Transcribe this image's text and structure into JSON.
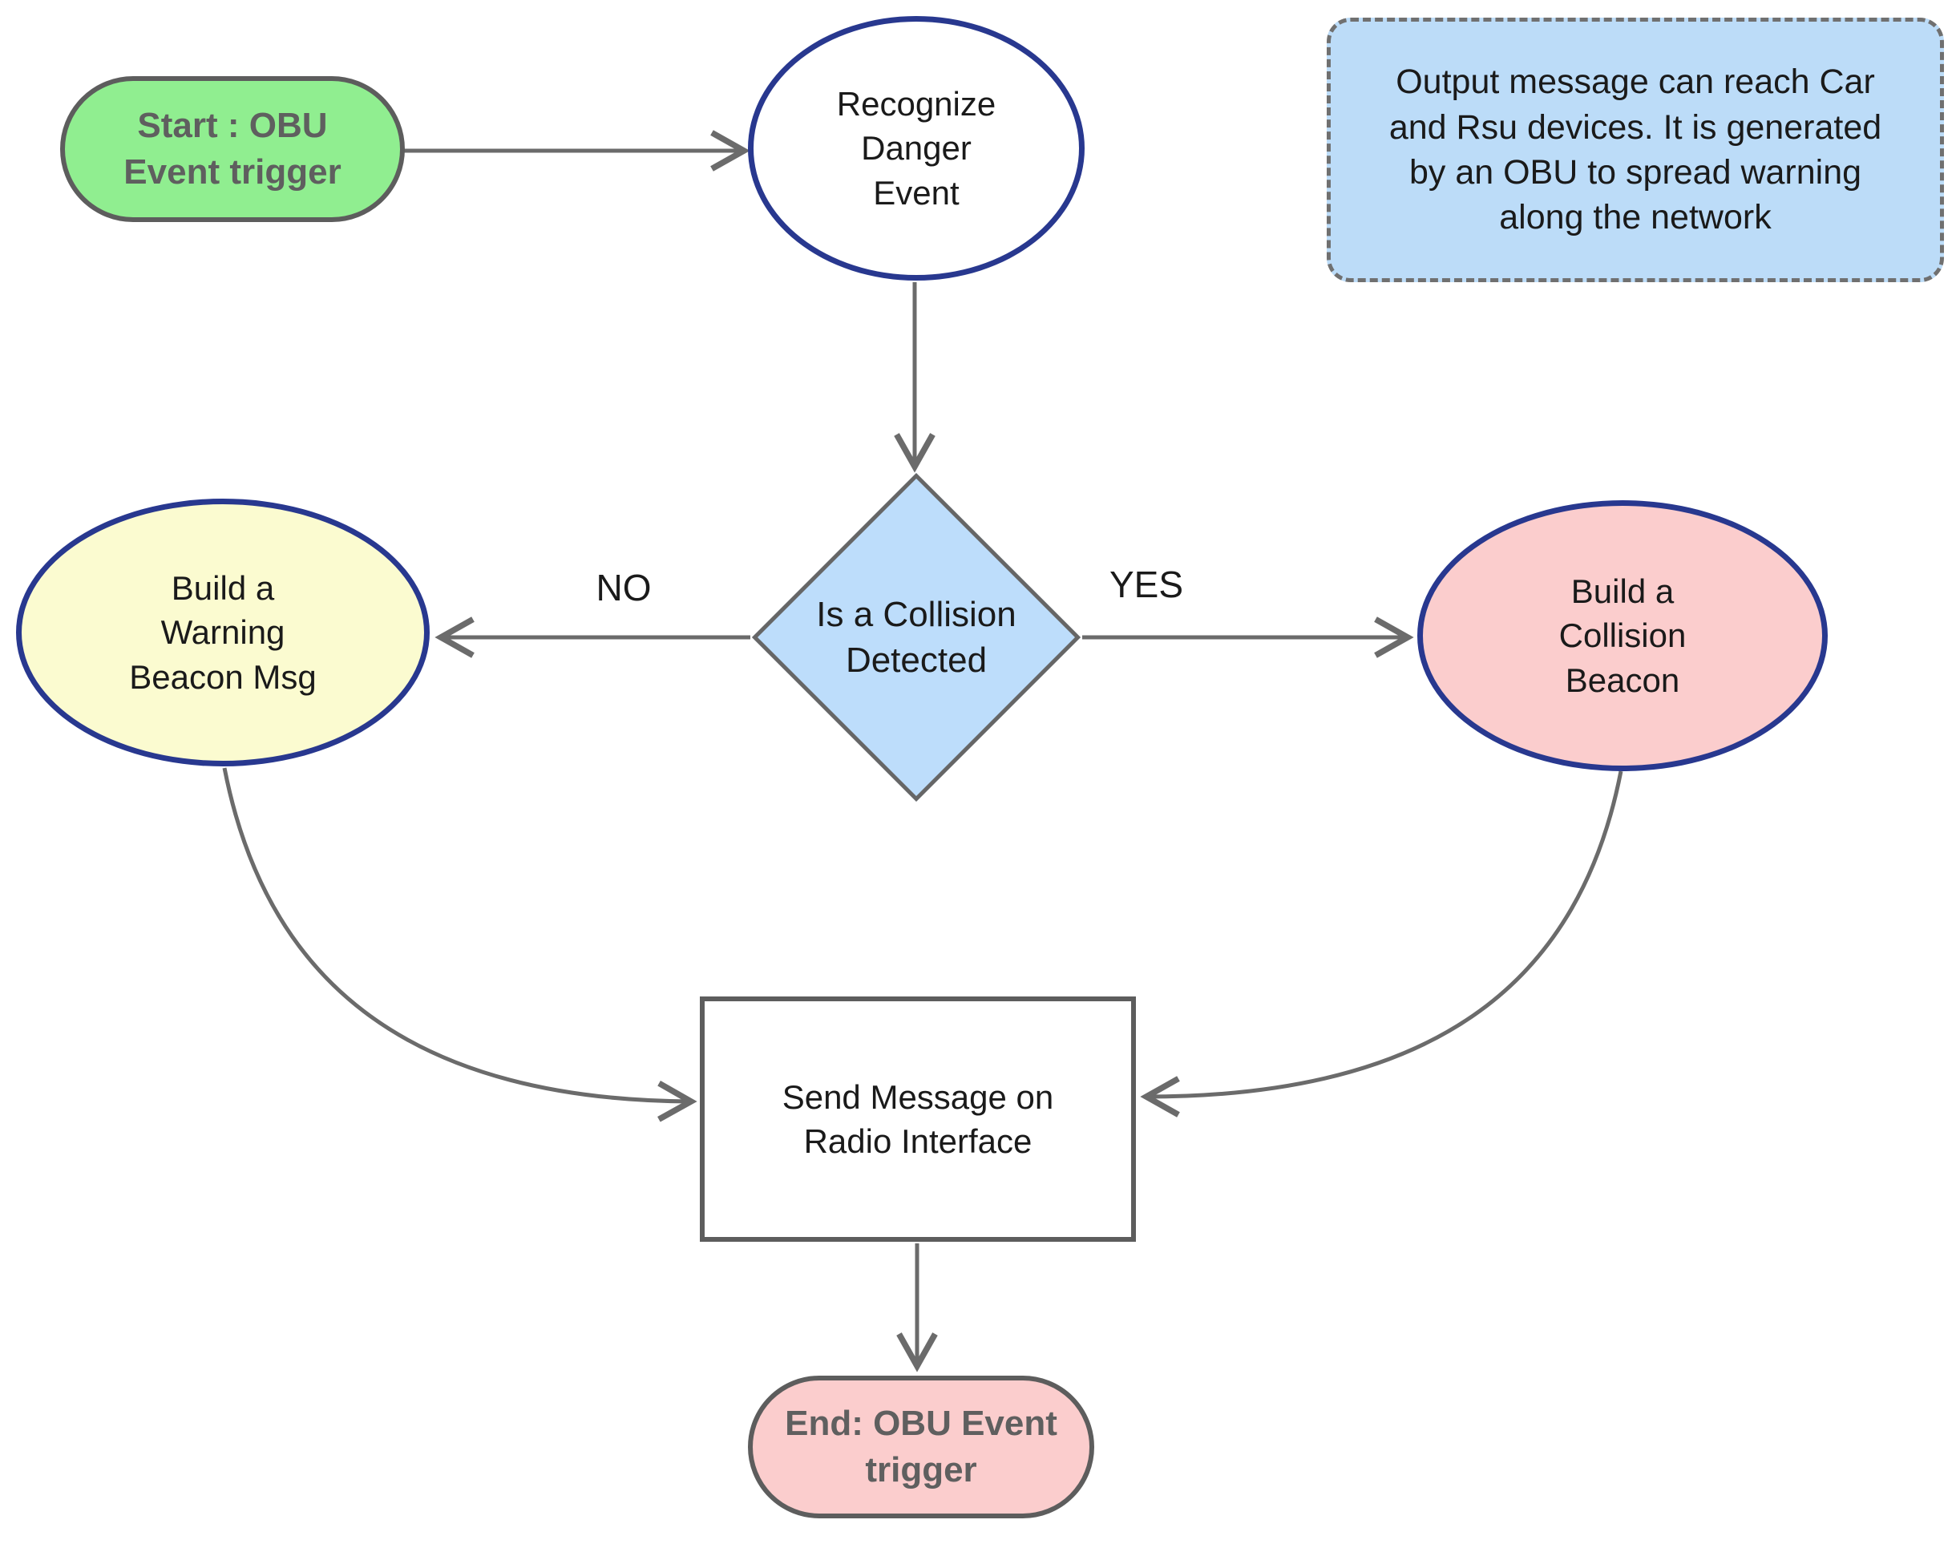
{
  "diagram_type": "flowchart",
  "nodes": {
    "start": {
      "label": "Start : OBU\nEvent trigger",
      "shape": "rounded-pill",
      "fill": "#90EE90"
    },
    "recognize": {
      "label": "Recognize\nDanger\nEvent",
      "shape": "ellipse",
      "fill": "#FFFFFF"
    },
    "note": {
      "label": "Output message can reach Car\nand Rsu devices. It is generated\nby an OBU to spread warning\nalong the network",
      "shape": "dashed-note",
      "fill": "#BCDCF8"
    },
    "decision": {
      "label": "Is a Collision\nDetected",
      "shape": "diamond",
      "fill": "#BDDDFB"
    },
    "warning": {
      "label": "Build a\nWarning\nBeacon Msg",
      "shape": "ellipse",
      "fill": "#FBFBD0"
    },
    "collision": {
      "label": "Build a\nCollision\nBeacon",
      "shape": "ellipse",
      "fill": "#FBCDCD"
    },
    "send": {
      "label": "Send Message on\nRadio Interface",
      "shape": "rect",
      "fill": "#FFFFFF"
    },
    "end": {
      "label": "End: OBU Event\ntrigger",
      "shape": "rounded-pill",
      "fill": "#FBCDCD"
    }
  },
  "edge_labels": {
    "no": "NO",
    "yes": "YES"
  },
  "edges": [
    {
      "from": "start",
      "to": "recognize",
      "label": ""
    },
    {
      "from": "recognize",
      "to": "decision",
      "label": ""
    },
    {
      "from": "decision",
      "to": "warning",
      "label": "NO"
    },
    {
      "from": "decision",
      "to": "collision",
      "label": "YES"
    },
    {
      "from": "warning",
      "to": "send",
      "label": ""
    },
    {
      "from": "collision",
      "to": "send",
      "label": ""
    },
    {
      "from": "send",
      "to": "end",
      "label": ""
    }
  ],
  "colors": {
    "connector_line": "#6B6B6B",
    "ellipse_border": "#28388F",
    "gray_border": "#5D5D5D",
    "start_fill": "#90EE90",
    "decision_fill": "#BDDDFB",
    "note_fill": "#BCDCF8",
    "warning_fill": "#FBFBD0",
    "pink_fill": "#FBCDCD",
    "start_end_text": "#5F5F5F",
    "node_text": "#1A1A1A"
  }
}
